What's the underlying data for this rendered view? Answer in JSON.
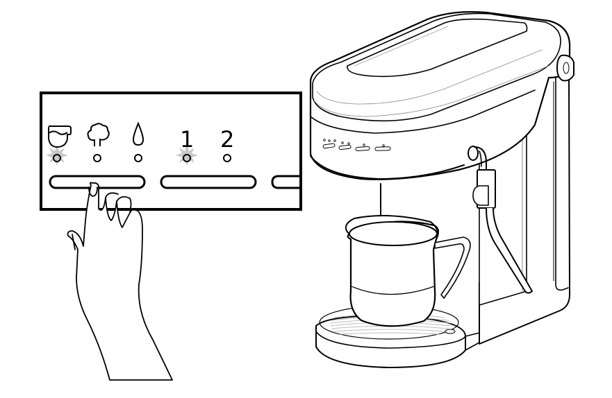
{
  "figure": {
    "type": "product-manual-illustration",
    "subject": "espresso machine control panel - steam milk selection"
  },
  "callout_panel": {
    "buttons": [
      {
        "id": "mode-button",
        "indicators": [
          {
            "icon": "milk-pitcher-icon",
            "led_lit": true
          },
          {
            "icon": "steam-cloud-icon",
            "led_lit": false
          },
          {
            "icon": "water-drop-icon",
            "led_lit": false
          }
        ],
        "pressed_by_finger": true
      },
      {
        "id": "shot-button",
        "indicators": [
          {
            "label": "1",
            "led_lit": true
          },
          {
            "label": "2",
            "led_lit": false
          }
        ],
        "pressed_by_finger": false
      },
      {
        "id": "partial-button",
        "indicators": [],
        "cropped": true
      }
    ],
    "lit_led_color": "#c8c8c8"
  },
  "machine": {
    "control_strip_buttons": 4,
    "accessory": "milk pitcher on drip tray",
    "steam_wand": true
  },
  "labels": {
    "shot_1": "1",
    "shot_2": "2"
  },
  "colors": {
    "line": "#000000",
    "background": "#ffffff",
    "glow": "#c8c8c8",
    "drip_grate": "#bdbdbd"
  }
}
